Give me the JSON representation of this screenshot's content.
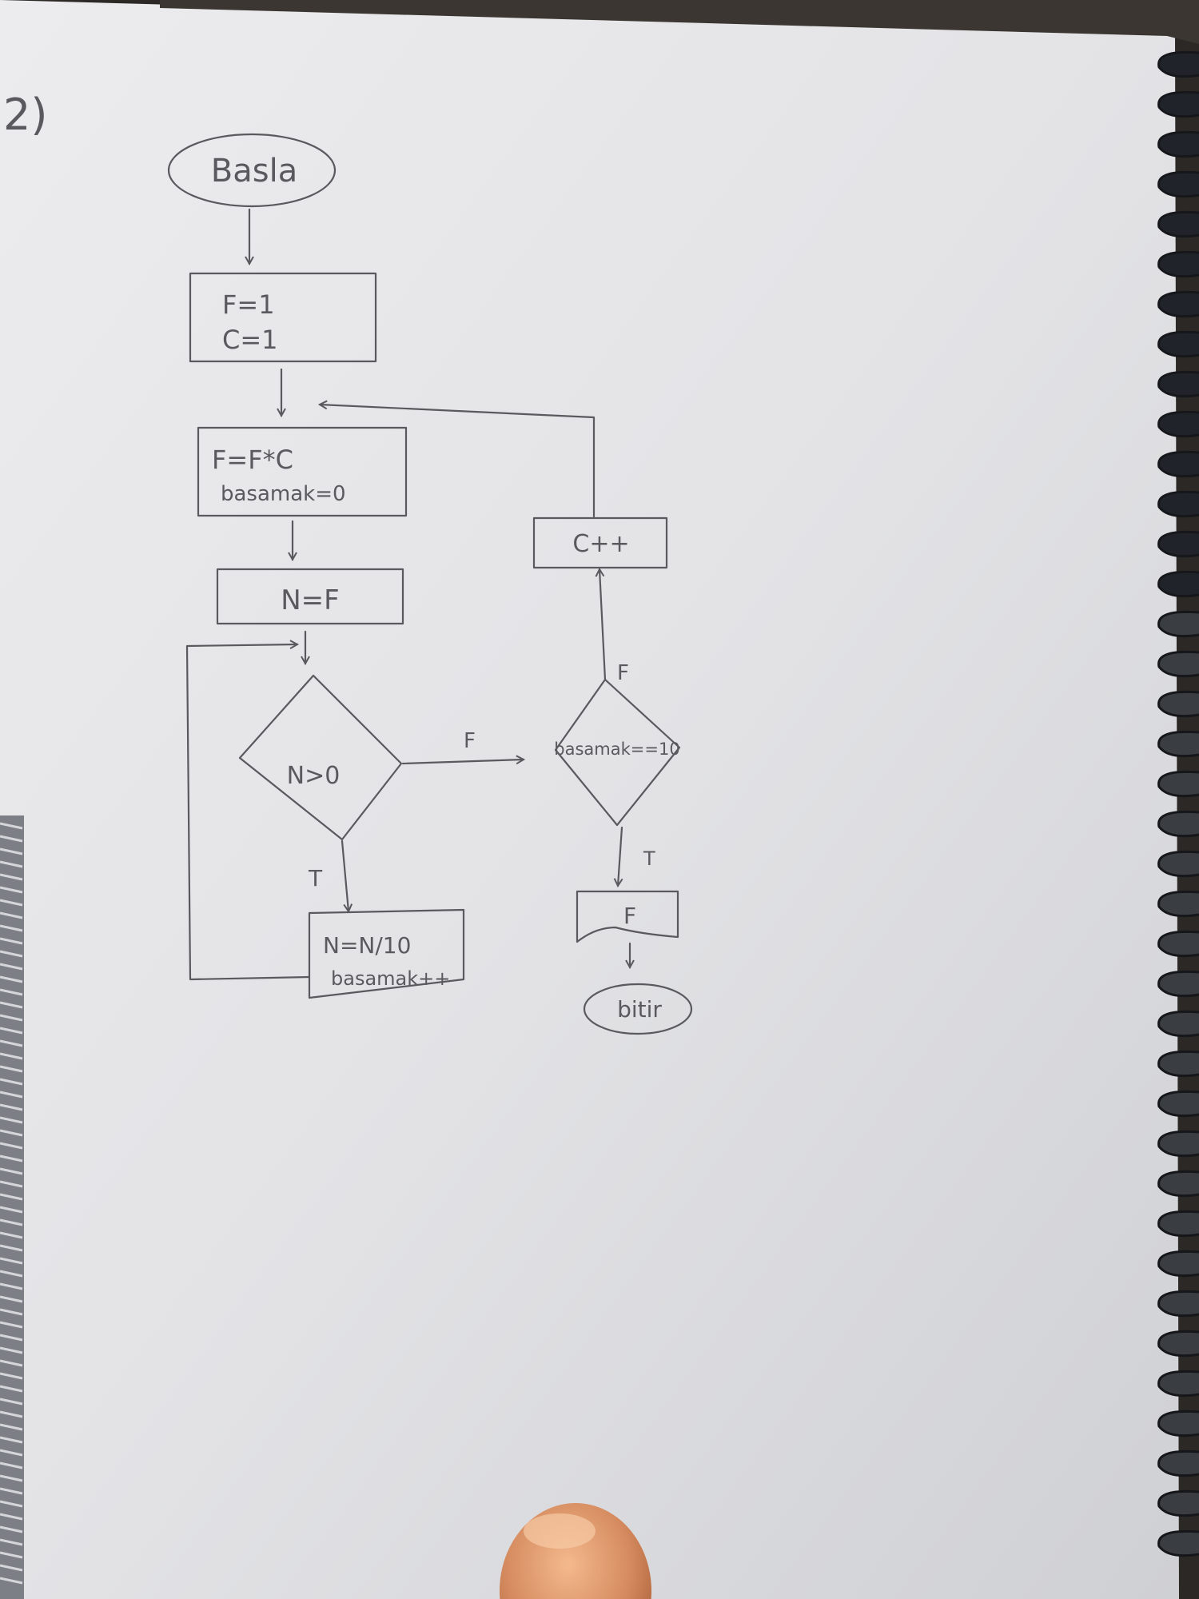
{
  "page_number": "2)",
  "flowchart": {
    "start": "Basla",
    "init": [
      "F=1",
      "C=1"
    ],
    "compute": [
      "F=F*C",
      "basamak=0"
    ],
    "assign_n": "N=F",
    "decision_n": "N>0",
    "divide": [
      "N=N/10",
      "basamak++"
    ],
    "increment_c": "C++",
    "decision_digits": "basamak==10",
    "output": "F",
    "end": "bitir",
    "edge_labels": {
      "n_false": "F",
      "n_true": "T",
      "digits_false": "F",
      "digits_true": "T"
    }
  },
  "colors": {
    "paper": "#e4e4e6",
    "pencil": "#5a5a5e",
    "background": "#2b2825",
    "spiral": "#2a2d33",
    "finger": "#d48a5e"
  }
}
